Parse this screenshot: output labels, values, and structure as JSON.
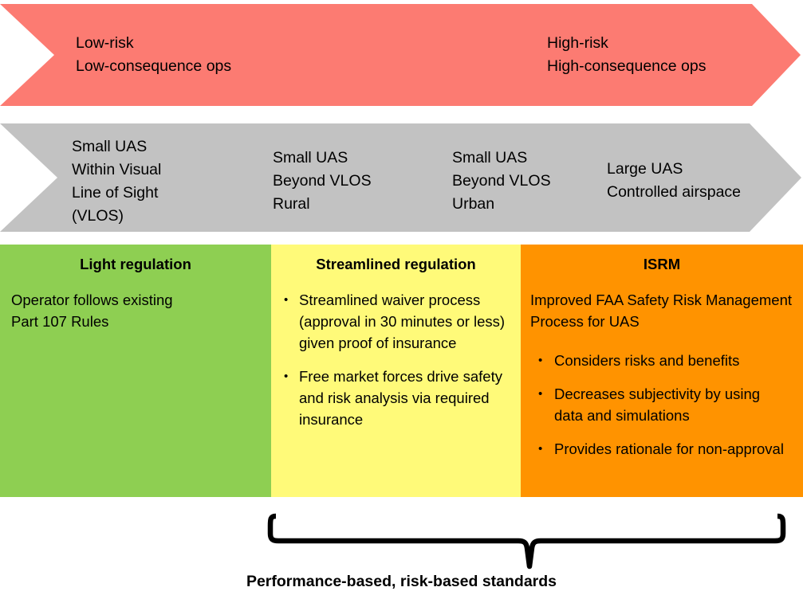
{
  "diagram": {
    "risk_band": {
      "shape": "chevron-arrow",
      "color": "#FC7B72",
      "labels": [
        {
          "lines": "Low-risk\nLow-consequence ops"
        },
        {
          "lines": "High-risk\nHigh-consequence ops"
        }
      ]
    },
    "ops_band": {
      "shape": "chevron-arrow",
      "color": "#C2C2C2",
      "labels": [
        {
          "lines": "Small UAS\nWithin Visual\nLine of Sight\n(VLOS)"
        },
        {
          "lines": "Small UAS\nBeyond VLOS\nRural"
        },
        {
          "lines": "Small UAS\nBeyond VLOS\nUrban"
        },
        {
          "lines": "Large UAS\nControlled airspace"
        }
      ]
    },
    "panels": [
      {
        "id": "light-regulation",
        "title": "Light regulation",
        "color": "#8ECF52",
        "paragraph": "Operator follows existing\nPart 107 Rules",
        "bullets": []
      },
      {
        "id": "streamlined-regulation",
        "title": "Streamlined regulation",
        "color": "#FFFA79",
        "paragraph": "",
        "bullets": [
          "Streamlined waiver process (approval in 30 minutes or less) given proof of insurance",
          "Free market forces drive safety and risk analysis via required insurance"
        ]
      },
      {
        "id": "isrm",
        "title": "ISRM",
        "color": "#FF9300",
        "paragraph": "Improved FAA Safety Risk Management Process for UAS",
        "bullets": [
          "Considers risks and benefits",
          "Decreases subjectivity by using data and simulations",
          "Provides rationale for non-approval"
        ]
      }
    ],
    "bracket_caption": "Performance-based, risk-based standards"
  }
}
